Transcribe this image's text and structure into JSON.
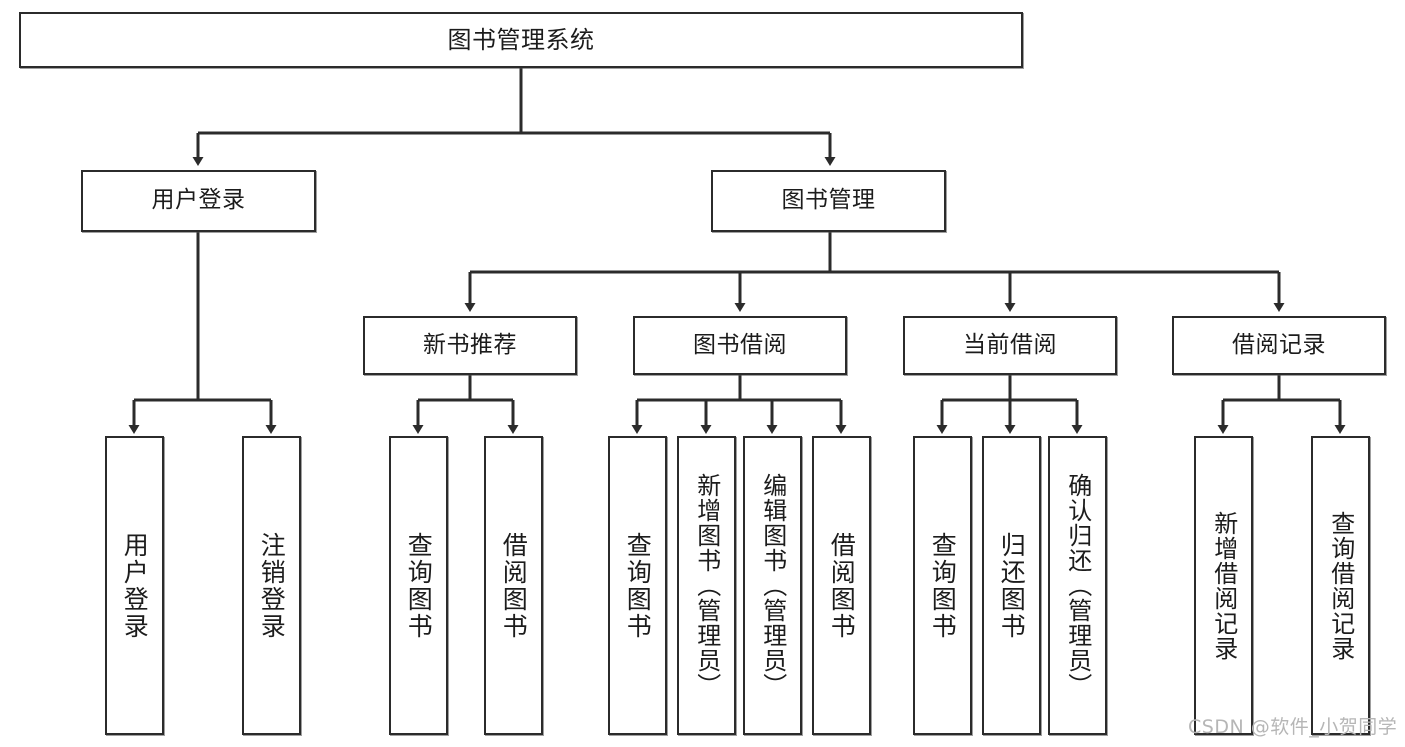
{
  "diagram": {
    "type": "tree",
    "title": "图书管理系统",
    "root": {
      "label": "图书管理系统"
    },
    "level2": [
      {
        "label": "用户登录"
      },
      {
        "label": "图书管理"
      }
    ],
    "level3": [
      {
        "label": "新书推荐"
      },
      {
        "label": "图书借阅"
      },
      {
        "label": "当前借阅"
      },
      {
        "label": "借阅记录"
      }
    ],
    "leaves": {
      "user_login": [
        {
          "label": "用户登录"
        },
        {
          "label": "注销登录"
        }
      ],
      "new_book_recommend": [
        {
          "label": "查询图书"
        },
        {
          "label": "借阅图书"
        }
      ],
      "book_borrow": [
        {
          "label": "查询图书"
        },
        {
          "label": "新增图书（管理员）"
        },
        {
          "label": "编辑图书（管理员）"
        },
        {
          "label": "借阅图书"
        }
      ],
      "current_borrow": [
        {
          "label": "查询图书"
        },
        {
          "label": "归还图书"
        },
        {
          "label": "确认归还（管理员）"
        }
      ],
      "borrow_record": [
        {
          "label": "新增借阅记录"
        },
        {
          "label": "查询借阅记录"
        }
      ]
    }
  },
  "watermark": {
    "text": "CSDN @软件_小贺同学"
  },
  "colors": {
    "background": "#ffffff",
    "box_border": "#2b2b2b",
    "box_fill": "#ffffff",
    "text": "#1c1c1c",
    "connector": "#2b2b2b",
    "watermark": "#b6b6b6"
  }
}
